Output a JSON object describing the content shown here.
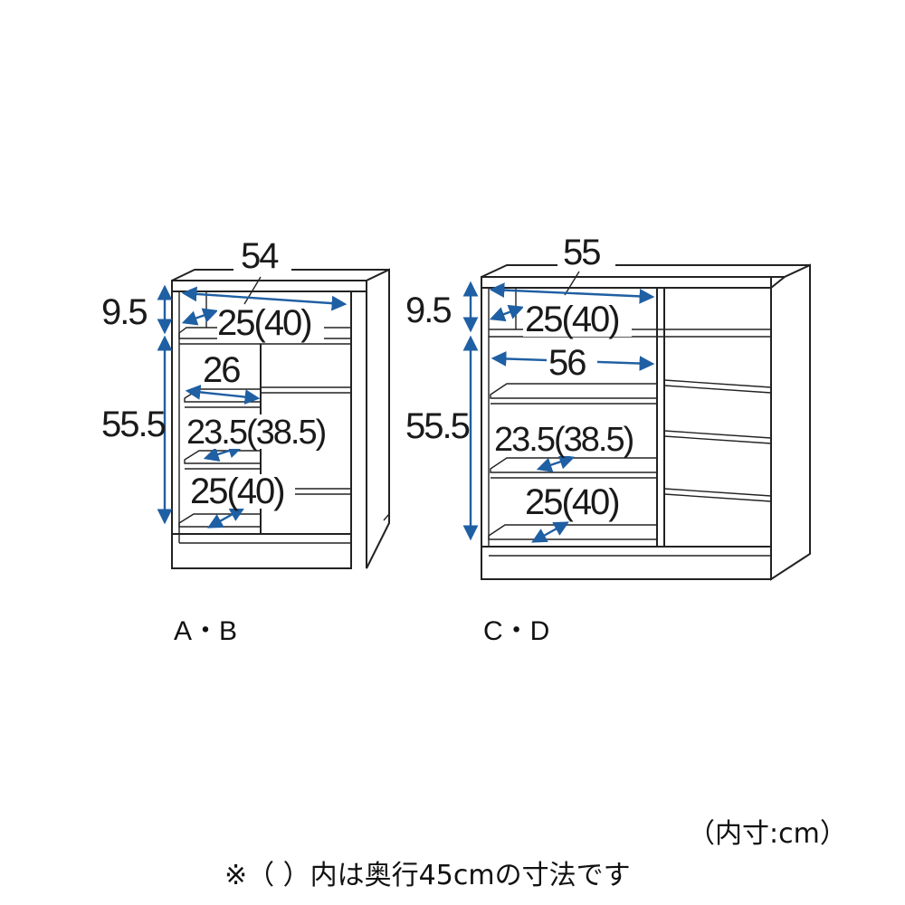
{
  "colors": {
    "arrow": "#1f5fa3",
    "line": "#222222"
  },
  "left": {
    "caption": "A・B",
    "width_top": "54",
    "height_top": "9.5",
    "height_bottom": "55.5",
    "depth_top": "25(40)",
    "shelf_width": "26",
    "depth_middle": "23.5(38.5)",
    "depth_bottom": "25(40)"
  },
  "right": {
    "caption": "C・D",
    "width_top": "55",
    "height_top": "9.5",
    "height_bottom": "55.5",
    "depth_top": "25(40)",
    "shelf_width": "56",
    "depth_middle": "23.5(38.5)",
    "depth_bottom": "25(40)"
  },
  "unit_note": "（内寸:cm）",
  "footnote": "※（ ）内は奥行45cmの寸法です"
}
